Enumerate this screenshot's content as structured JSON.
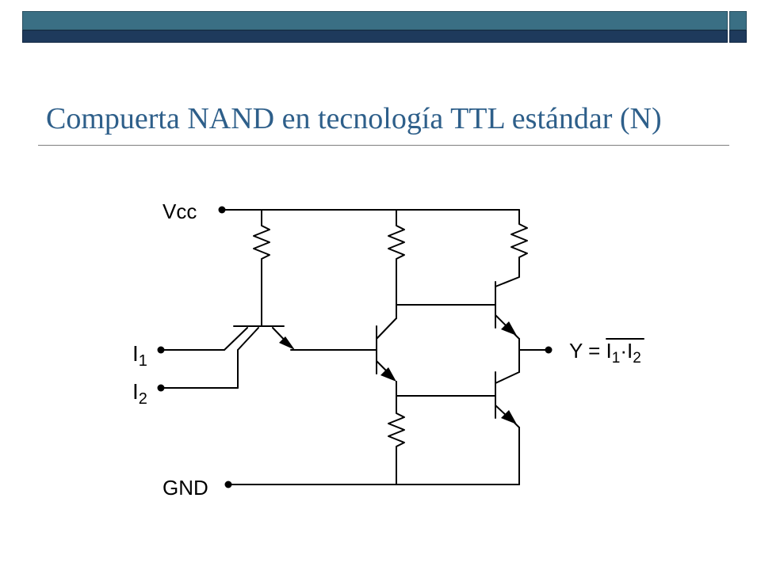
{
  "slide": {
    "title": "Compuerta NAND en tecnología TTL estándar (N)"
  },
  "labels": {
    "vcc": "Vcc",
    "gnd": "GND",
    "i1": "I",
    "i1_sub": "1",
    "i2": "I",
    "i2_sub": "2",
    "output_prefix": "Y = ",
    "output_i1": "I",
    "output_i1_sub": "1",
    "output_dot": "·",
    "output_i2": "I",
    "output_i2_sub": "2"
  }
}
